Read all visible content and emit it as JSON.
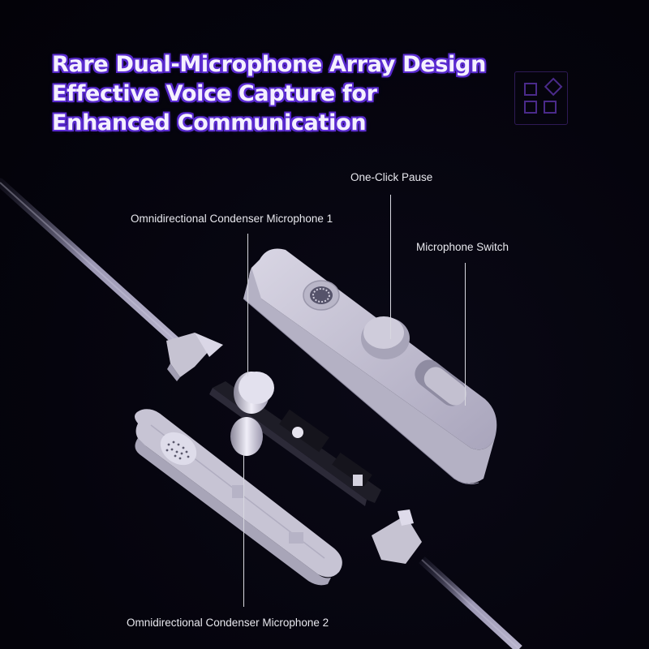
{
  "headline": {
    "lines": [
      "Rare Dual-Microphone Array Design",
      "Effective Voice Capture for",
      "Enhanced Communication"
    ]
  },
  "logo": {
    "icon": "apps-grid-icon"
  },
  "callouts": {
    "one_click_pause": "One-Click Pause",
    "mic1": "Omnidirectional Condenser Microphone 1",
    "mic_switch": "Microphone Switch",
    "mic2": "Omnidirectional Condenser Microphone 2"
  },
  "colors": {
    "background": "#05040d",
    "headline_text": "#f4f0ff",
    "headline_outline": "#5a2bd0",
    "device_body": "#c9c6d6",
    "pcb": "#1b1a22",
    "label_text": "#e8e8ee"
  }
}
